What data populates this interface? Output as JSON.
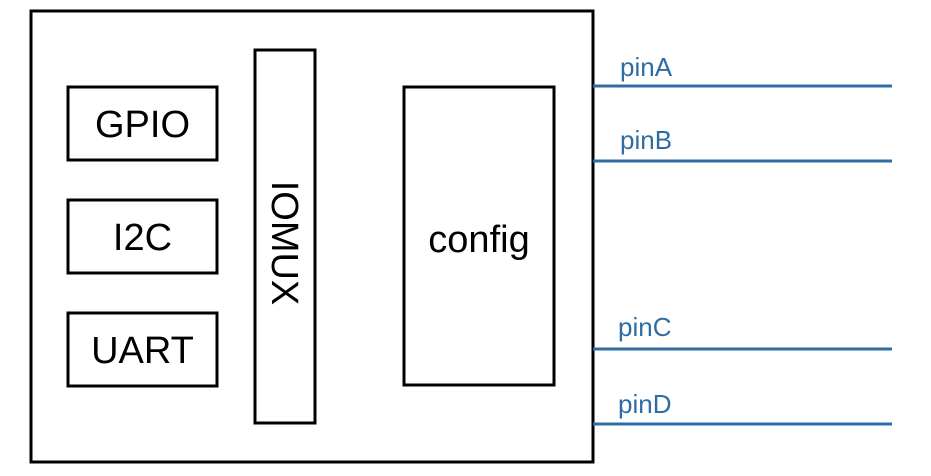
{
  "colors": {
    "block_stroke": "#000000",
    "pin_color": "#2e6da4",
    "background": "#ffffff"
  },
  "blocks": {
    "gpio": "GPIO",
    "i2c": "I2C",
    "uart": "UART",
    "iomux": "IOMUX",
    "config": "config"
  },
  "pins": [
    {
      "id": "pin-a",
      "label": "pinA"
    },
    {
      "id": "pin-b",
      "label": "pinB"
    },
    {
      "id": "pin-c",
      "label": "pinC"
    },
    {
      "id": "pin-d",
      "label": "pinD"
    }
  ]
}
